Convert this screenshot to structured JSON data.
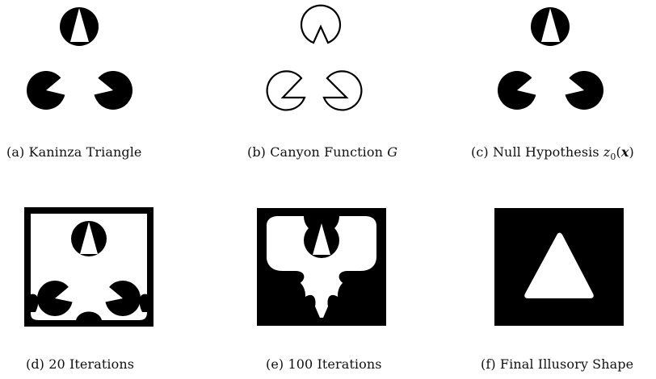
{
  "figure": {
    "panels": [
      {
        "id": "a",
        "tag": "(a)",
        "caption": "Kaninza Triangle"
      },
      {
        "id": "b",
        "tag": "(b)",
        "caption": "Canyon Function",
        "caption_math": "G"
      },
      {
        "id": "c",
        "tag": "(c)",
        "caption": "Null Hypothesis",
        "caption_math": "z",
        "caption_math_sub": "0",
        "caption_math_arg": "(x)"
      },
      {
        "id": "d",
        "tag": "(d)",
        "caption": "20 Iterations"
      },
      {
        "id": "e",
        "tag": "(e)",
        "caption": "100 Iterations"
      },
      {
        "id": "f",
        "tag": "(f)",
        "caption": "Final Illusory Shape"
      }
    ]
  }
}
